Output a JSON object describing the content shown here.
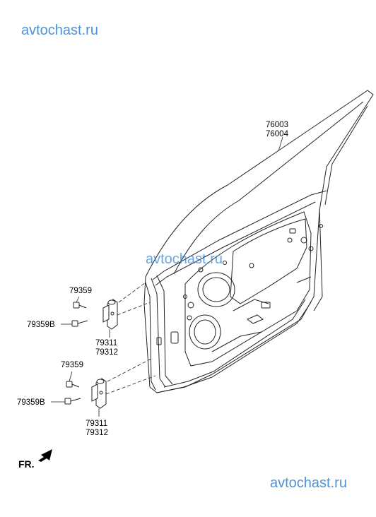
{
  "watermarks": [
    "avtochast.ru",
    "avtochast.ru",
    "avtochast.ru"
  ],
  "parts": {
    "door_panel": [
      "76003",
      "76004"
    ],
    "upper_bolt": "79359",
    "upper_bolt_b": "79359B",
    "upper_hinge": [
      "79311",
      "79312"
    ],
    "lower_bolt": "79359",
    "lower_bolt_b": "79359B",
    "lower_hinge": [
      "79311",
      "79312"
    ]
  },
  "direction_marker": "FR."
}
